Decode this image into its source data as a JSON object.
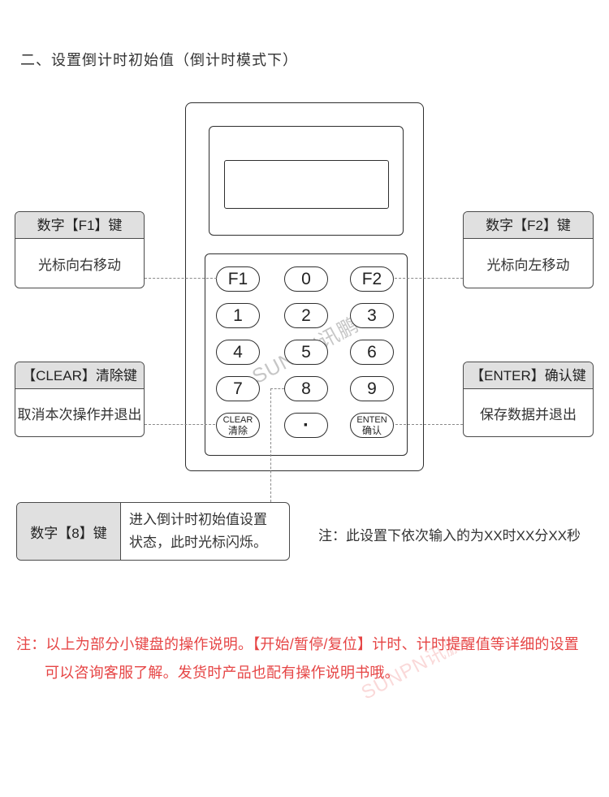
{
  "title": "二、设置倒计时初始值（倒计时模式下）",
  "watermark": {
    "text": "SUNPN讯鹏"
  },
  "keypad": {
    "digit_keys": [
      "F1",
      "0",
      "F2",
      "1",
      "2",
      "3",
      "4",
      "5",
      "6",
      "7",
      "8",
      "9"
    ],
    "clear_key": {
      "line1": "CLEAR",
      "line2": "清除"
    },
    "dot_key": {
      "label": "·"
    },
    "enter_key": {
      "line1": "ENTEN",
      "line2": "确认"
    }
  },
  "callouts": {
    "f1": {
      "header": "数字【F1】键",
      "body": "光标向右移动"
    },
    "f2": {
      "header": "数字【F2】键",
      "body": "光标向左移动"
    },
    "clear": {
      "header": "【CLEAR】清除键",
      "body": "取消本次操作并退出"
    },
    "enter": {
      "header": "【ENTER】确认键",
      "body": "保存数据并退出"
    },
    "key8": {
      "header": "数字【8】键",
      "body_line1": "进入倒计时初始值设置",
      "body_line2": "状态，此时光标闪烁。"
    }
  },
  "notes": {
    "inline_note": "注：此设置下依次输入的为XX时XX分XX秒",
    "footer_line1": "注：以上为部分小键盘的操作说明。【开始/暂停/复位】计时、计时提醒值等详细的设置",
    "footer_line2": "可以咨询客服了解。发货时产品也配有操作说明书哦。"
  },
  "colors": {
    "note_red": "#e64545",
    "callout_header_bg": "#e0e0e0",
    "outline": "#2e2e2e",
    "dashed_line": "#8a8a8a",
    "watermark_gray": "#a8a8a8"
  }
}
